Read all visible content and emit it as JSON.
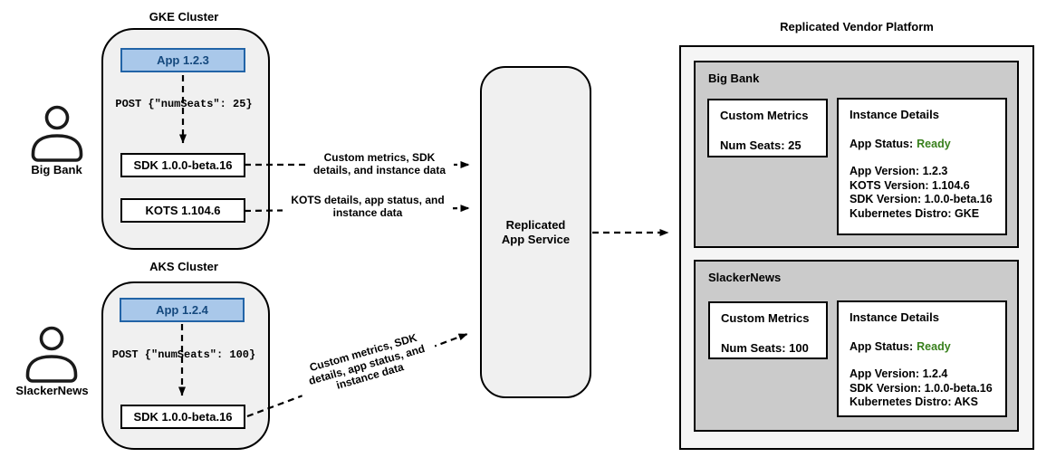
{
  "clusters": [
    {
      "title": "GKE Cluster",
      "app_label": "App 1.2.3",
      "post_label": "POST {\"numSeats\": 25}",
      "sdk_label": "SDK 1.0.0-beta.16",
      "kots_label": "KOTS 1.104.6"
    },
    {
      "title": "AKS Cluster",
      "app_label": "App 1.2.4",
      "post_label": "POST {\"numSeats\": 100}",
      "sdk_label": "SDK 1.0.0-beta.16"
    }
  ],
  "actors": [
    {
      "label": "Big Bank"
    },
    {
      "label": "SlackerNews"
    }
  ],
  "edges": {
    "sdk_to_service": {
      "line1": "Custom metrics, SDK",
      "line2": "details, and instance data"
    },
    "kots_to_service": {
      "line1": "KOTS details, app status, and",
      "line2": "instance data"
    },
    "aks_sdk_to_service": {
      "line1": "Custom metrics, SDK",
      "line2": "details, app status, and",
      "line3": "instance data"
    }
  },
  "service": {
    "line1": "Replicated",
    "line2": "App Service"
  },
  "platform": {
    "title": "Replicated Vendor Platform",
    "customers": [
      {
        "name": "Big Bank",
        "metrics_title": "Custom Metrics",
        "metrics_value": "Num Seats: 25",
        "details_title": "Instance Details",
        "status_label": "App Status:",
        "status_value": "Ready",
        "detail_lines": [
          "App Version: 1.2.3",
          "KOTS Version: 1.104.6",
          "SDK Version: 1.0.0-beta.16",
          "Kubernetes Distro: GKE"
        ]
      },
      {
        "name": "SlackerNews",
        "metrics_title": "Custom Metrics",
        "metrics_value": "Num Seats: 100",
        "details_title": "Instance Details",
        "status_label": "App Status:",
        "status_value": "Ready",
        "detail_lines": [
          "App Version: 1.2.4",
          "SDK Version: 1.0.0-beta.16",
          "Kubernetes Distro: AKS"
        ]
      }
    ]
  },
  "colors": {
    "app_fill": "#a9c8ea",
    "app_border": "#2264a7",
    "app_text": "#15497e",
    "status_green": "#38801c",
    "cluster_fill": "#f0f0f0",
    "platform_fill": "#f5f5f5",
    "customer_fill": "#cbcbcb",
    "line_color": "#000000"
  }
}
